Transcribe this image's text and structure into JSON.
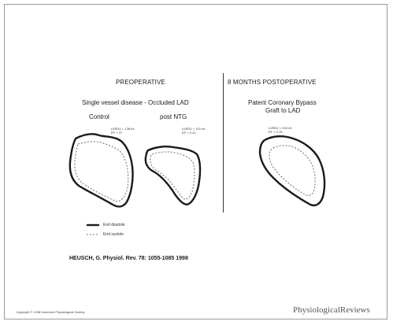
{
  "left_panel": {
    "title": "PREOPERATIVE",
    "subtitle": "Single vessel disease - Occluded LAD",
    "control_label": "Control",
    "post_ntg_label": "post NTG",
    "control_stats": [
      "LVEDV = 138 ml",
      "EF = 37"
    ],
    "ntg_stats": [
      "LVEDV = 101 ml",
      "EF = 0.41"
    ]
  },
  "right_panel": {
    "title": "8 MONTHS POSTOPERATIVE",
    "subtitle_line1": "Patent Coronary Bypass",
    "subtitle_line2": "Graft to LAD",
    "stats": [
      "LVEDV = 104 ml",
      "EF = 0.75"
    ]
  },
  "legend": {
    "diastole": "End diastole",
    "systole": "End systole"
  },
  "citation": "HEUSCH, G. Physiol. Rev. 78: 1055-1085 1998",
  "footer": {
    "copyright": "Copyright © 1998 American Physiological Society",
    "journal": "PhysiologicalReviews"
  },
  "colors": {
    "diastole_line": "#1a1a1a",
    "systole_line": "#777777",
    "frame": "#9a9a9a"
  }
}
